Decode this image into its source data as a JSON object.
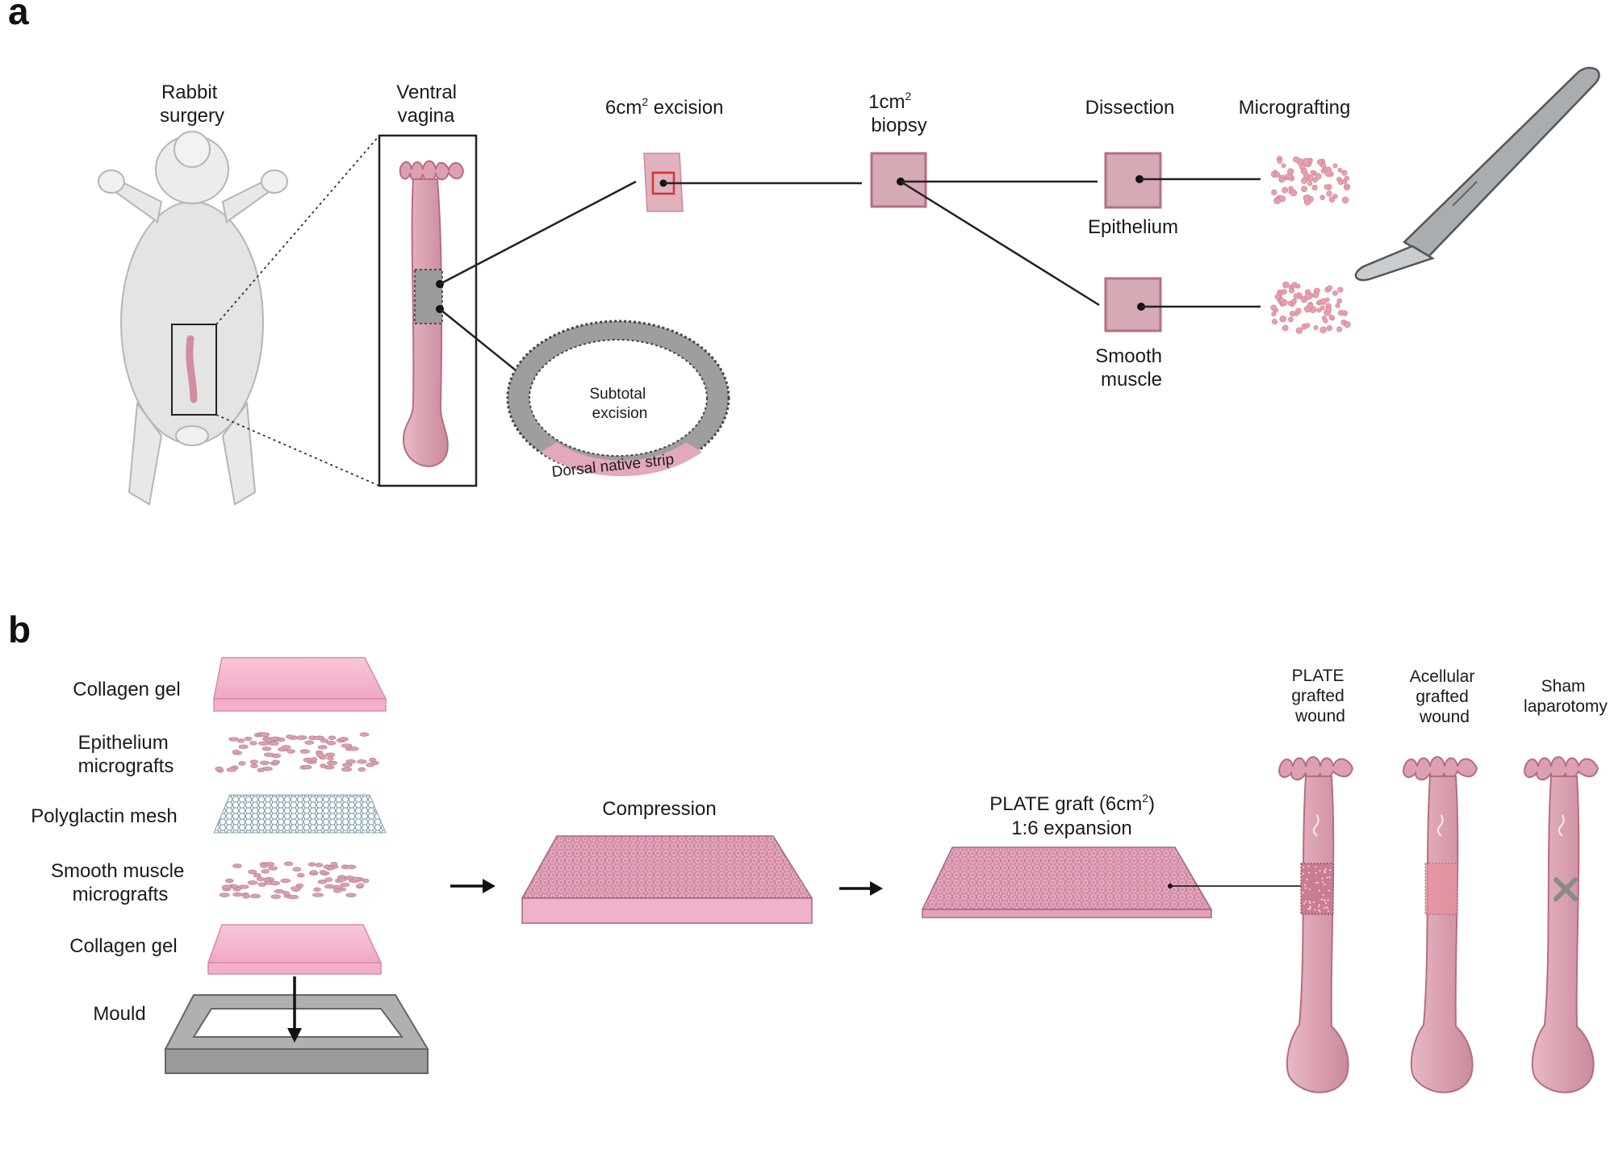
{
  "panel_a": {
    "letter": "a",
    "rabbit": [
      "Rabbit",
      "surgery"
    ],
    "ventral": [
      "Ventral",
      "vagina"
    ],
    "excision_prefix": "6cm",
    "excision_sup": "2",
    "excision_suffix": " excision",
    "biopsy_prefix": "1cm",
    "biopsy_sup": "2",
    "biopsy_line2": "biopsy",
    "dissection": "Dissection",
    "micrografting": "Micrografting",
    "epithelium": "Epithelium",
    "smooth_muscle": [
      "Smooth",
      "muscle"
    ],
    "subtotal": [
      "Subtotal",
      "excision"
    ],
    "dorsal": "Dorsal native strip"
  },
  "panel_b": {
    "letter": "b",
    "layers": [
      "Collagen gel",
      [
        "Epithelium",
        "micrografts"
      ],
      "Polyglactin mesh",
      [
        "Smooth muscle",
        "micrografts"
      ],
      "Collagen gel",
      "Mould"
    ],
    "compression": "Compression",
    "plate_prefix": "PLATE graft (6cm",
    "plate_sup": "2",
    "plate_suffix": ")",
    "expansion": "1:6 expansion",
    "groups": [
      [
        "PLATE",
        "grafted",
        "wound"
      ],
      [
        "Acellular",
        "grafted",
        "wound"
      ],
      [
        "Sham",
        "laparotomy"
      ]
    ]
  },
  "colors": {
    "tissue": "#d9a3b0",
    "tissue_dark": "#c07f90",
    "pink_gel": "#f4b8cf",
    "grey": "#9a9a9a",
    "red_box": "#d0343a"
  }
}
